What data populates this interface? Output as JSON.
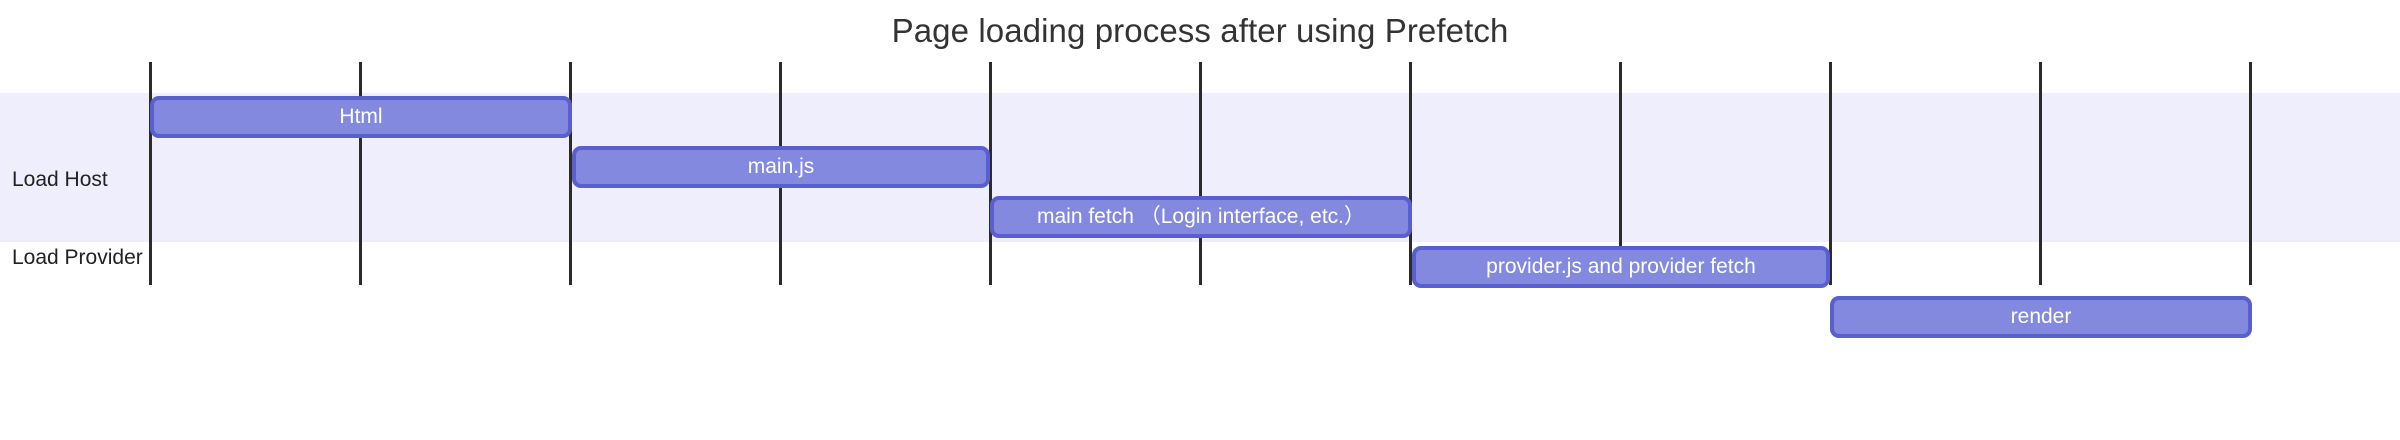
{
  "title": "Page loading process after using Prefetch",
  "colors": {
    "bar_fill": "#8489e0",
    "bar_border": "#5a5fcf",
    "band_background": "#eeeefc",
    "gridline": "#2b2b2b",
    "bar_text": "#ffffff",
    "title_text": "#333333",
    "label_text": "#222222",
    "page_background": "#ffffff"
  },
  "rows": [
    {
      "label": "Load Host",
      "band": true
    },
    {
      "label": "Load Provider",
      "band": false
    }
  ],
  "gridlines": [
    150,
    360,
    570,
    780,
    990,
    1200,
    1410,
    1620,
    1830,
    2040,
    2250
  ],
  "chart_data": {
    "type": "bar",
    "subtype": "gantt-timeline",
    "title": "Page loading process after using Prefetch",
    "xlabel": "",
    "ylabel": "",
    "categories": [
      "Load Host",
      "Load Provider"
    ],
    "grid": true,
    "legend": "none",
    "xlim": [
      150,
      2250
    ],
    "axis_units": "pixels (unlabeled time axis)",
    "tasks": [
      {
        "label": "Html",
        "row": "Load Host",
        "start": 150,
        "end": 572,
        "lane": 0
      },
      {
        "label": "main.js",
        "row": "Load Host",
        "start": 572,
        "end": 990,
        "lane": 1
      },
      {
        "label": "main fetch （Login interface, etc.）",
        "row": "Load Host",
        "start": 990,
        "end": 1412,
        "lane": 2
      },
      {
        "label": "provider.js and provider fetch",
        "row": "Load Provider",
        "start": 1412,
        "end": 1830,
        "lane": 3
      },
      {
        "label": "render",
        "row": "Load Provider",
        "start": 1830,
        "end": 2252,
        "lane": 4
      }
    ]
  }
}
